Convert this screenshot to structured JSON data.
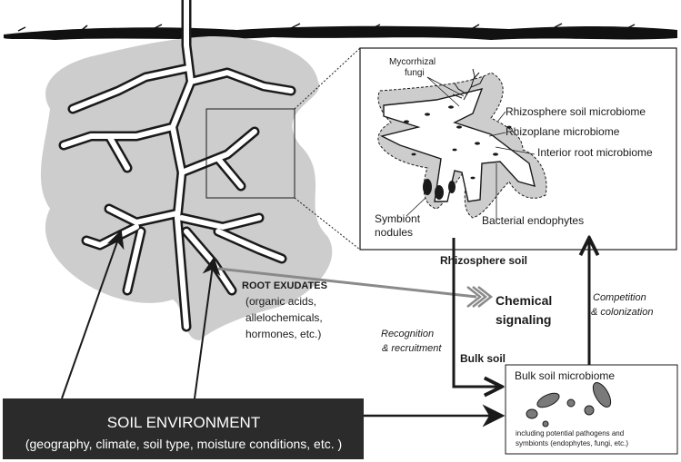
{
  "inset": {
    "mycorrhizal_line1": "Mycorrhizal",
    "mycorrhizal_line2": "fungi",
    "rhizosphere_microbiome": "Rhizosphere soil microbiome",
    "rhizoplane_microbiome": "Rhizoplane microbiome",
    "interior_microbiome": "Interior root microbiome",
    "symbiont_line1": "Symbiont",
    "symbiont_line2": "nodules",
    "bacterial_endophytes": "Bacterial endophytes"
  },
  "exudates": {
    "title": "ROOT EXUDATES",
    "line1": "(organic acids,",
    "line2": "allelochemicals,",
    "line3": "hormones, etc.)"
  },
  "rhizosphere_soil": "Rhizosphere soil",
  "signaling": {
    "line1": "Chemical",
    "line2": "signaling"
  },
  "competition": {
    "line1": "Competition",
    "line2": "& colonization"
  },
  "recognition": {
    "line1": "Recognition",
    "line2": "& recruitment"
  },
  "bulk_soil": {
    "title": "Bulk soil",
    "box_title": "Bulk soil microbiome",
    "note_line1": "including potential pathogens and",
    "note_line2": "symbionts (endophytes, fungi, etc.)"
  },
  "soil_environment": {
    "title": "SOIL ENVIRONMENT",
    "subtitle": "(geography, climate, soil type, moisture conditions, etc. )"
  },
  "colors": {
    "ink": "#1a1a1a",
    "halo": "#cdcdcd",
    "env_box": "#2b2b2b",
    "signal_arrow": "#8a8a8a"
  }
}
